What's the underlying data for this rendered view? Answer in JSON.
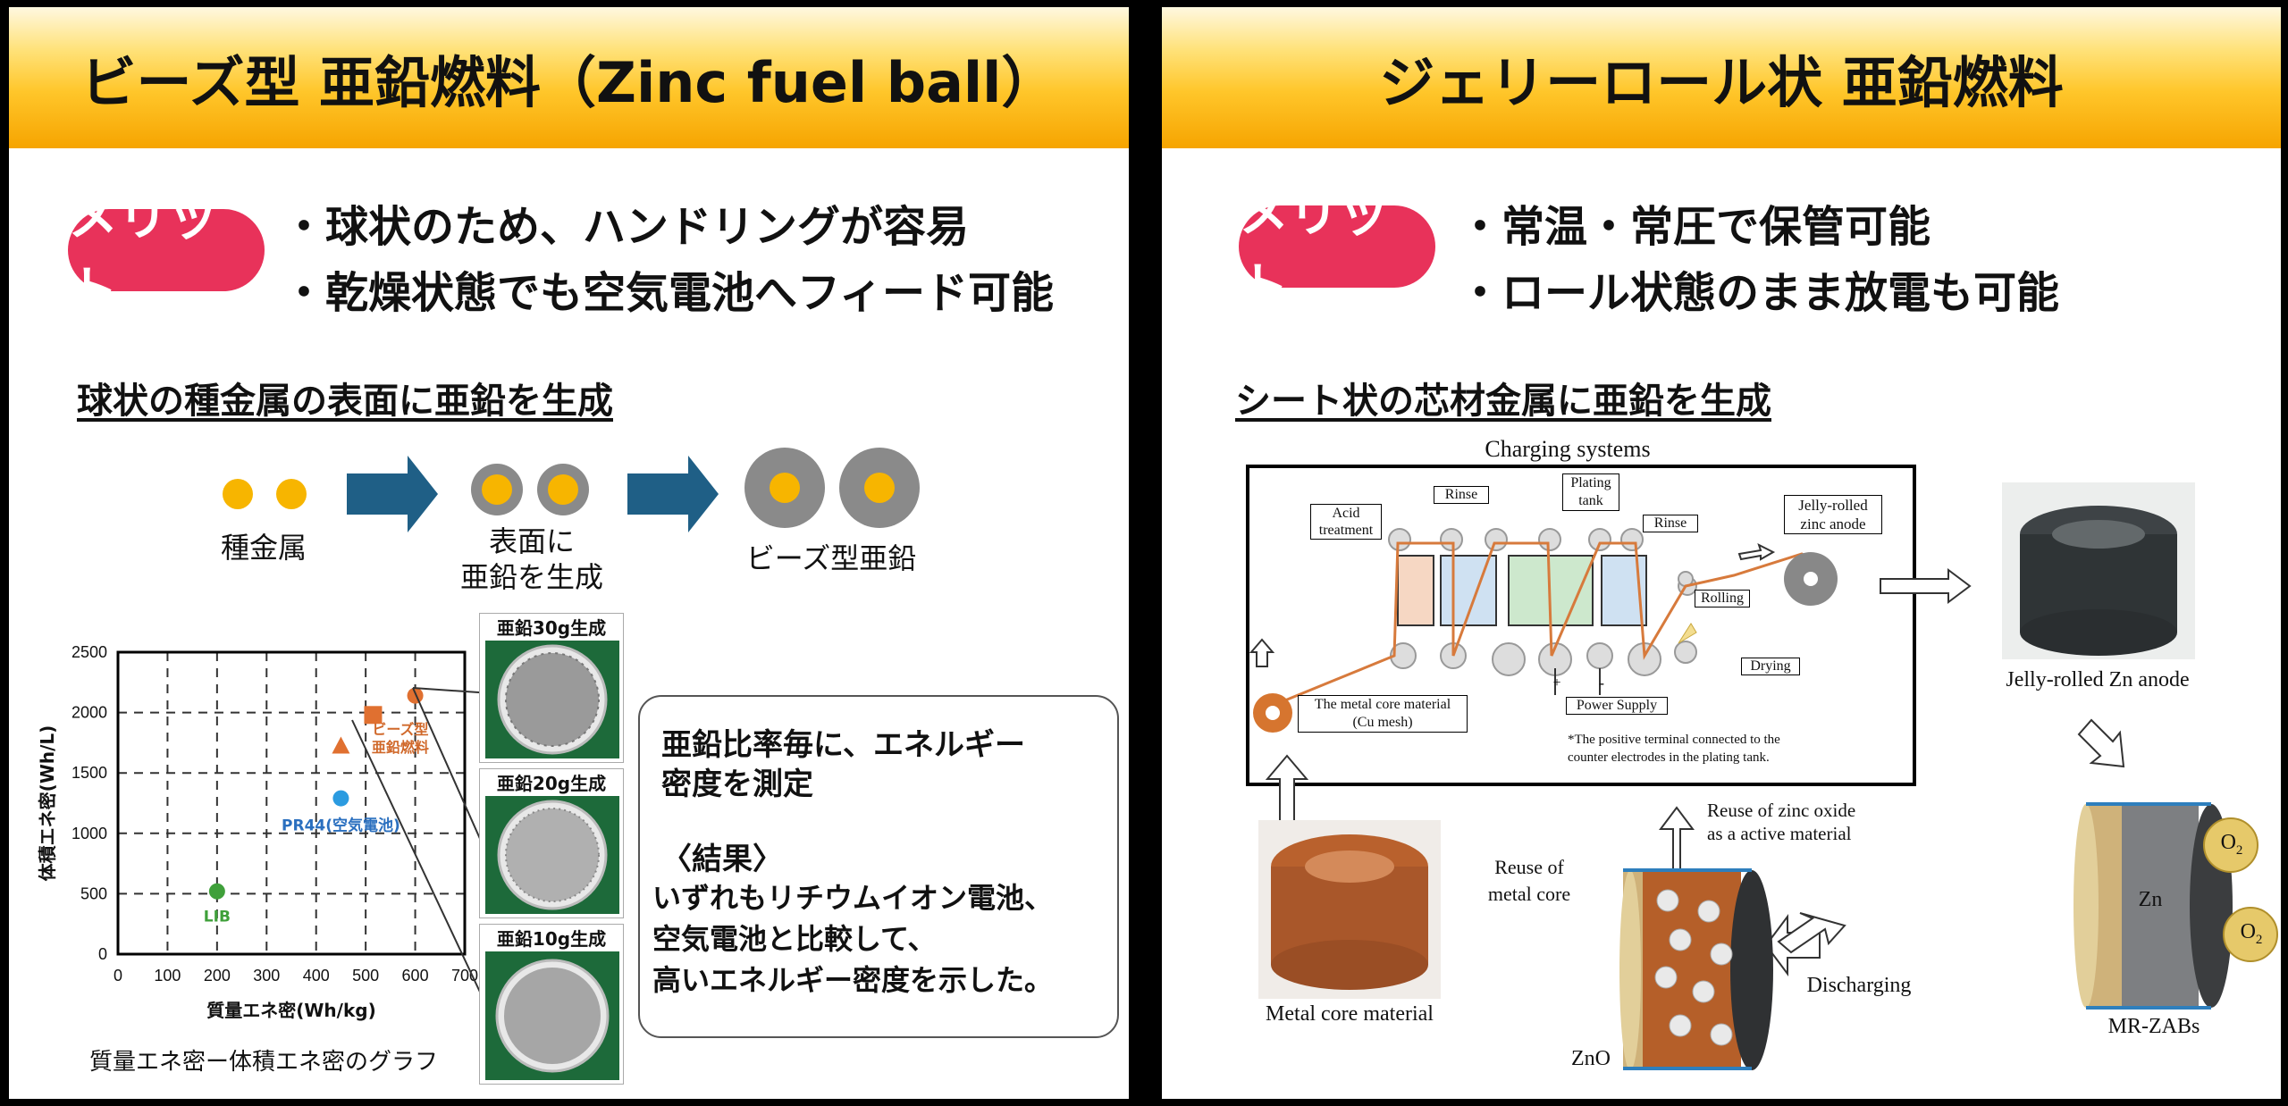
{
  "left": {
    "title": "ビーズ型 亜鉛燃料（Zinc fuel ball）",
    "merit_badge": "メリット",
    "merits": [
      "・球状のため、ハンドリングが容易",
      "・乾燥状態でも空気電池へフィード可能"
    ],
    "section_heading": "球状の種金属の表面に亜鉛を生成",
    "process": {
      "step1": "種金属",
      "step2_line1": "表面に",
      "step2_line2": "亜鉛を生成",
      "step3": "ビーズ型亜鉛"
    },
    "photos": [
      "亜鉛30g生成",
      "亜鉛20g生成",
      "亜鉛10g生成"
    ],
    "chart_caption": "質量エネ密ー体積エネ密のグラフ",
    "result_box": {
      "line1": "亜鉛比率毎に、エネルギー",
      "line2": "密度を測定",
      "line3": "〈結果〉",
      "line4": "いずれもリチウムイオン電池、",
      "line5": "空気電池と比較して、",
      "line6": "高いエネルギー密度を示した。"
    }
  },
  "chart_data": {
    "type": "scatter",
    "xlabel": "質量エネ密(Wh/kg)",
    "ylabel": "体積エネ密(Wh/L)",
    "xlim": [
      0,
      700
    ],
    "ylim": [
      0,
      2500
    ],
    "xticks": [
      0,
      100,
      200,
      300,
      400,
      500,
      600,
      700
    ],
    "yticks": [
      0,
      500,
      1000,
      1500,
      2000,
      2500
    ],
    "grid": true,
    "points": [
      {
        "name": "LIB",
        "x": 200,
        "y": 520,
        "marker": "circle",
        "color": "#3fa03a"
      },
      {
        "name": "PR44(空気電池)",
        "x": 450,
        "y": 1290,
        "marker": "circle",
        "color": "#2b9be0"
      },
      {
        "name": "",
        "x": 450,
        "y": 1720,
        "marker": "triangle",
        "color": "#e07030"
      },
      {
        "name": "",
        "x": 515,
        "y": 1980,
        "marker": "square",
        "color": "#e07030"
      },
      {
        "name": "",
        "x": 600,
        "y": 2140,
        "marker": "circle",
        "color": "#e07030"
      }
    ],
    "annotation": "ビーズ型亜鉛燃料",
    "annotation_line1": "ビーズ型",
    "annotation_line2": "亜鉛燃料"
  },
  "right": {
    "title": "ジェリーロール状 亜鉛燃料",
    "merit_badge": "メリット",
    "merits": [
      "・常温・常圧で保管可能",
      "・ロール状態のまま放電も可能"
    ],
    "section_heading": "シート状の芯材金属に亜鉛を生成",
    "diagram": {
      "charging_systems": "Charging systems",
      "acid_treatment_1": "Acid",
      "acid_treatment_2": "treatment",
      "rinse_1": "Rinse",
      "plating_tank_1": "Plating",
      "plating_tank_2": "tank",
      "rinse_2": "Rinse",
      "jelly_rolled_1": "Jelly-rolled",
      "jelly_rolled_2": "zinc anode",
      "rolling": "Rolling",
      "drying": "Drying",
      "metal_core_1": "The metal core material",
      "metal_core_2": "(Cu mesh)",
      "power_supply": "Power Supply",
      "footnote_1": "*The positive terminal connected to the",
      "footnote_2": "counter electrodes in the plating tank.",
      "jelly_zn_anode": "Jelly-rolled  Zn anode",
      "reuse_zno_1": "Reuse of zinc oxide",
      "reuse_zno_2": "as a active material",
      "reuse_core_1": "Reuse of",
      "reuse_core_2": "metal core",
      "metal_core_material": "Metal core material",
      "discharging": "Discharging",
      "zno": "ZnO",
      "zn": "Zn",
      "o2_a": "O",
      "o2_b": "O",
      "o2_sub": "2",
      "mr_zabs": "MR-ZABs",
      "plus": "+",
      "minus": "-"
    }
  },
  "colors": {
    "badge": "#e8325a",
    "arrow_blue": "#1f5f86",
    "bead_core": "#f7b500",
    "bead_shell": "#8a8a8a",
    "copper": "#c06a35"
  }
}
